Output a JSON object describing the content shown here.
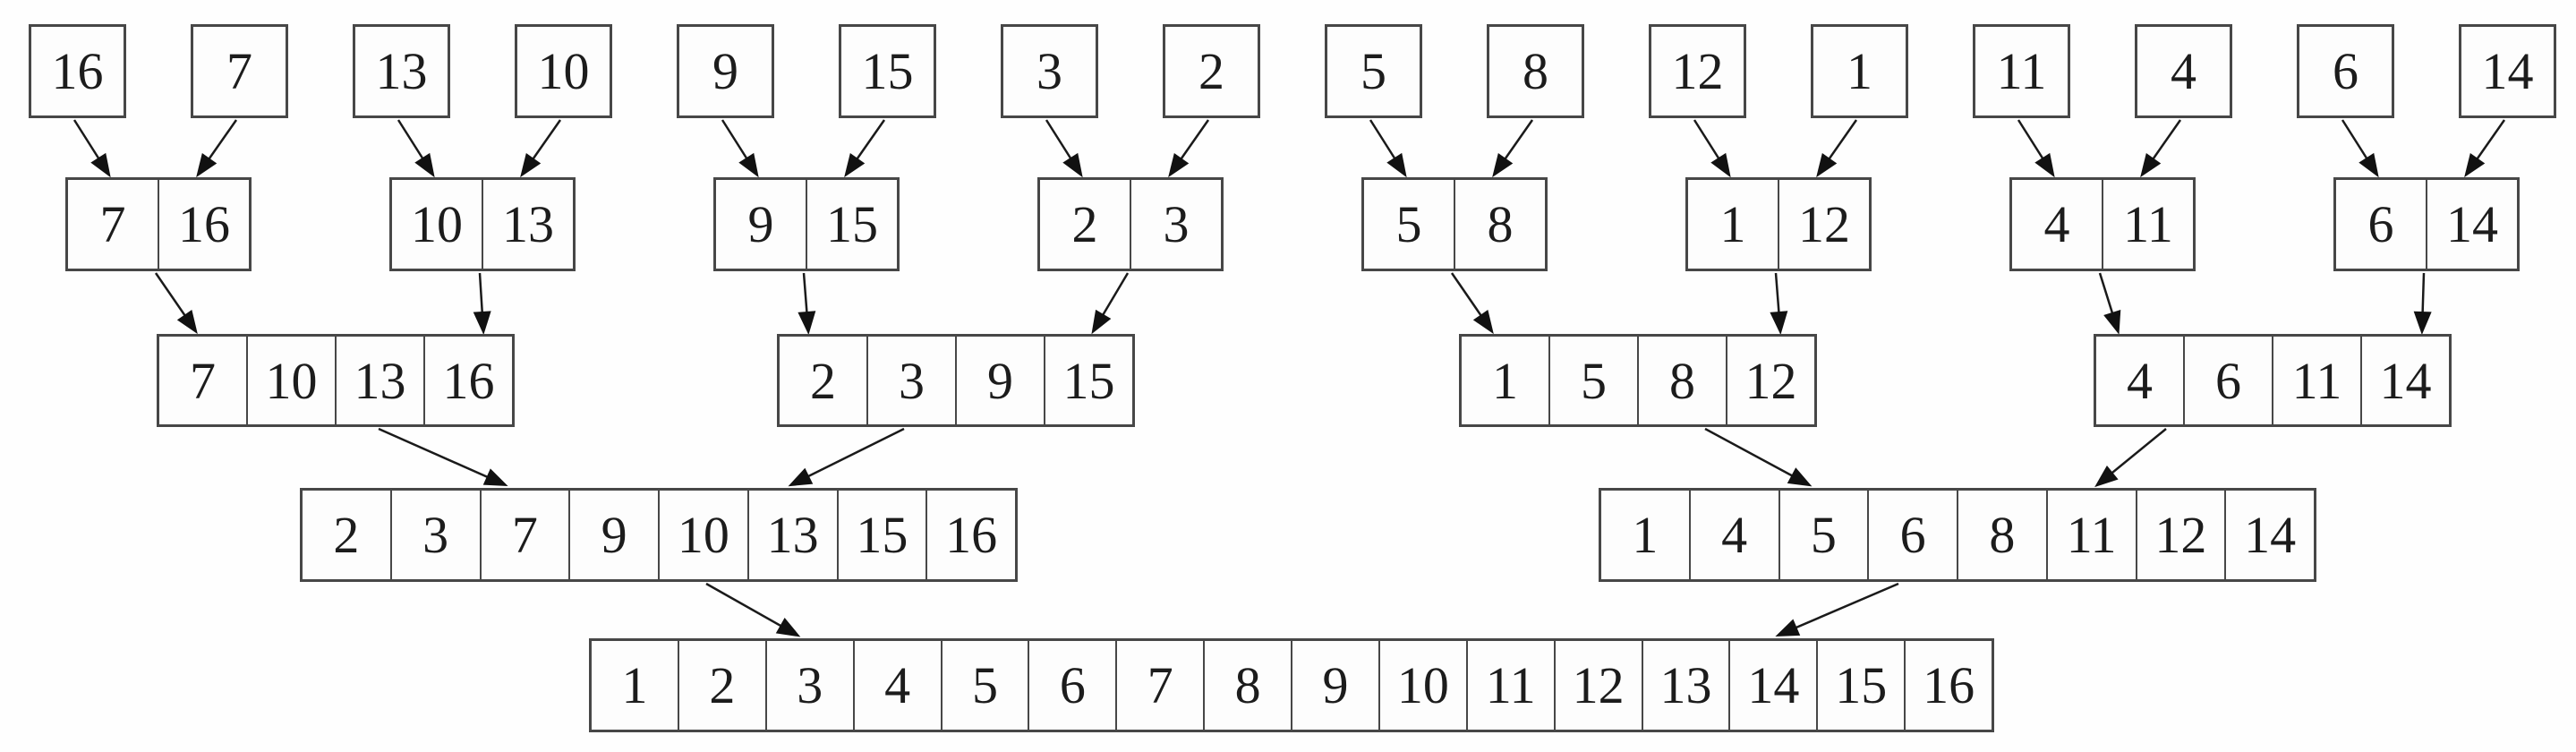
{
  "diagram": {
    "kind": "merge-sort-merging-tree",
    "element_count": "16",
    "colors": {
      "box_border": "#474747",
      "arrow": "#1a1a1a",
      "text": "#1c1c1c",
      "background": "#fefefe"
    },
    "levels": [
      {
        "name": "unsorted-singles",
        "arrays": [
          {
            "values": [
              "16"
            ]
          },
          {
            "values": [
              "7"
            ]
          },
          {
            "values": [
              "13"
            ]
          },
          {
            "values": [
              "10"
            ]
          },
          {
            "values": [
              "9"
            ]
          },
          {
            "values": [
              "15"
            ]
          },
          {
            "values": [
              "3"
            ]
          },
          {
            "values": [
              "2"
            ]
          },
          {
            "values": [
              "5"
            ]
          },
          {
            "values": [
              "8"
            ]
          },
          {
            "values": [
              "12"
            ]
          },
          {
            "values": [
              "1"
            ]
          },
          {
            "values": [
              "11"
            ]
          },
          {
            "values": [
              "4"
            ]
          },
          {
            "values": [
              "6"
            ]
          },
          {
            "values": [
              "14"
            ]
          }
        ]
      },
      {
        "name": "merged-pairs",
        "arrays": [
          {
            "values": [
              "7",
              "16"
            ]
          },
          {
            "values": [
              "10",
              "13"
            ]
          },
          {
            "values": [
              "9",
              "15"
            ]
          },
          {
            "values": [
              "2",
              "3"
            ]
          },
          {
            "values": [
              "5",
              "8"
            ]
          },
          {
            "values": [
              "1",
              "12"
            ]
          },
          {
            "values": [
              "4",
              "11"
            ]
          },
          {
            "values": [
              "6",
              "14"
            ]
          }
        ]
      },
      {
        "name": "merged-fours",
        "arrays": [
          {
            "values": [
              "7",
              "10",
              "13",
              "16"
            ]
          },
          {
            "values": [
              "2",
              "3",
              "9",
              "15"
            ]
          },
          {
            "values": [
              "1",
              "5",
              "8",
              "12"
            ]
          },
          {
            "values": [
              "4",
              "6",
              "11",
              "14"
            ]
          }
        ]
      },
      {
        "name": "merged-eights",
        "arrays": [
          {
            "values": [
              "2",
              "3",
              "7",
              "9",
              "10",
              "13",
              "15",
              "16"
            ]
          },
          {
            "values": [
              "1",
              "4",
              "5",
              "6",
              "8",
              "11",
              "12",
              "14"
            ]
          }
        ]
      },
      {
        "name": "fully-sorted",
        "arrays": [
          {
            "values": [
              "1",
              "2",
              "3",
              "4",
              "5",
              "6",
              "7",
              "8",
              "9",
              "10",
              "11",
              "12",
              "13",
              "14",
              "15",
              "16"
            ]
          }
        ]
      }
    ]
  }
}
